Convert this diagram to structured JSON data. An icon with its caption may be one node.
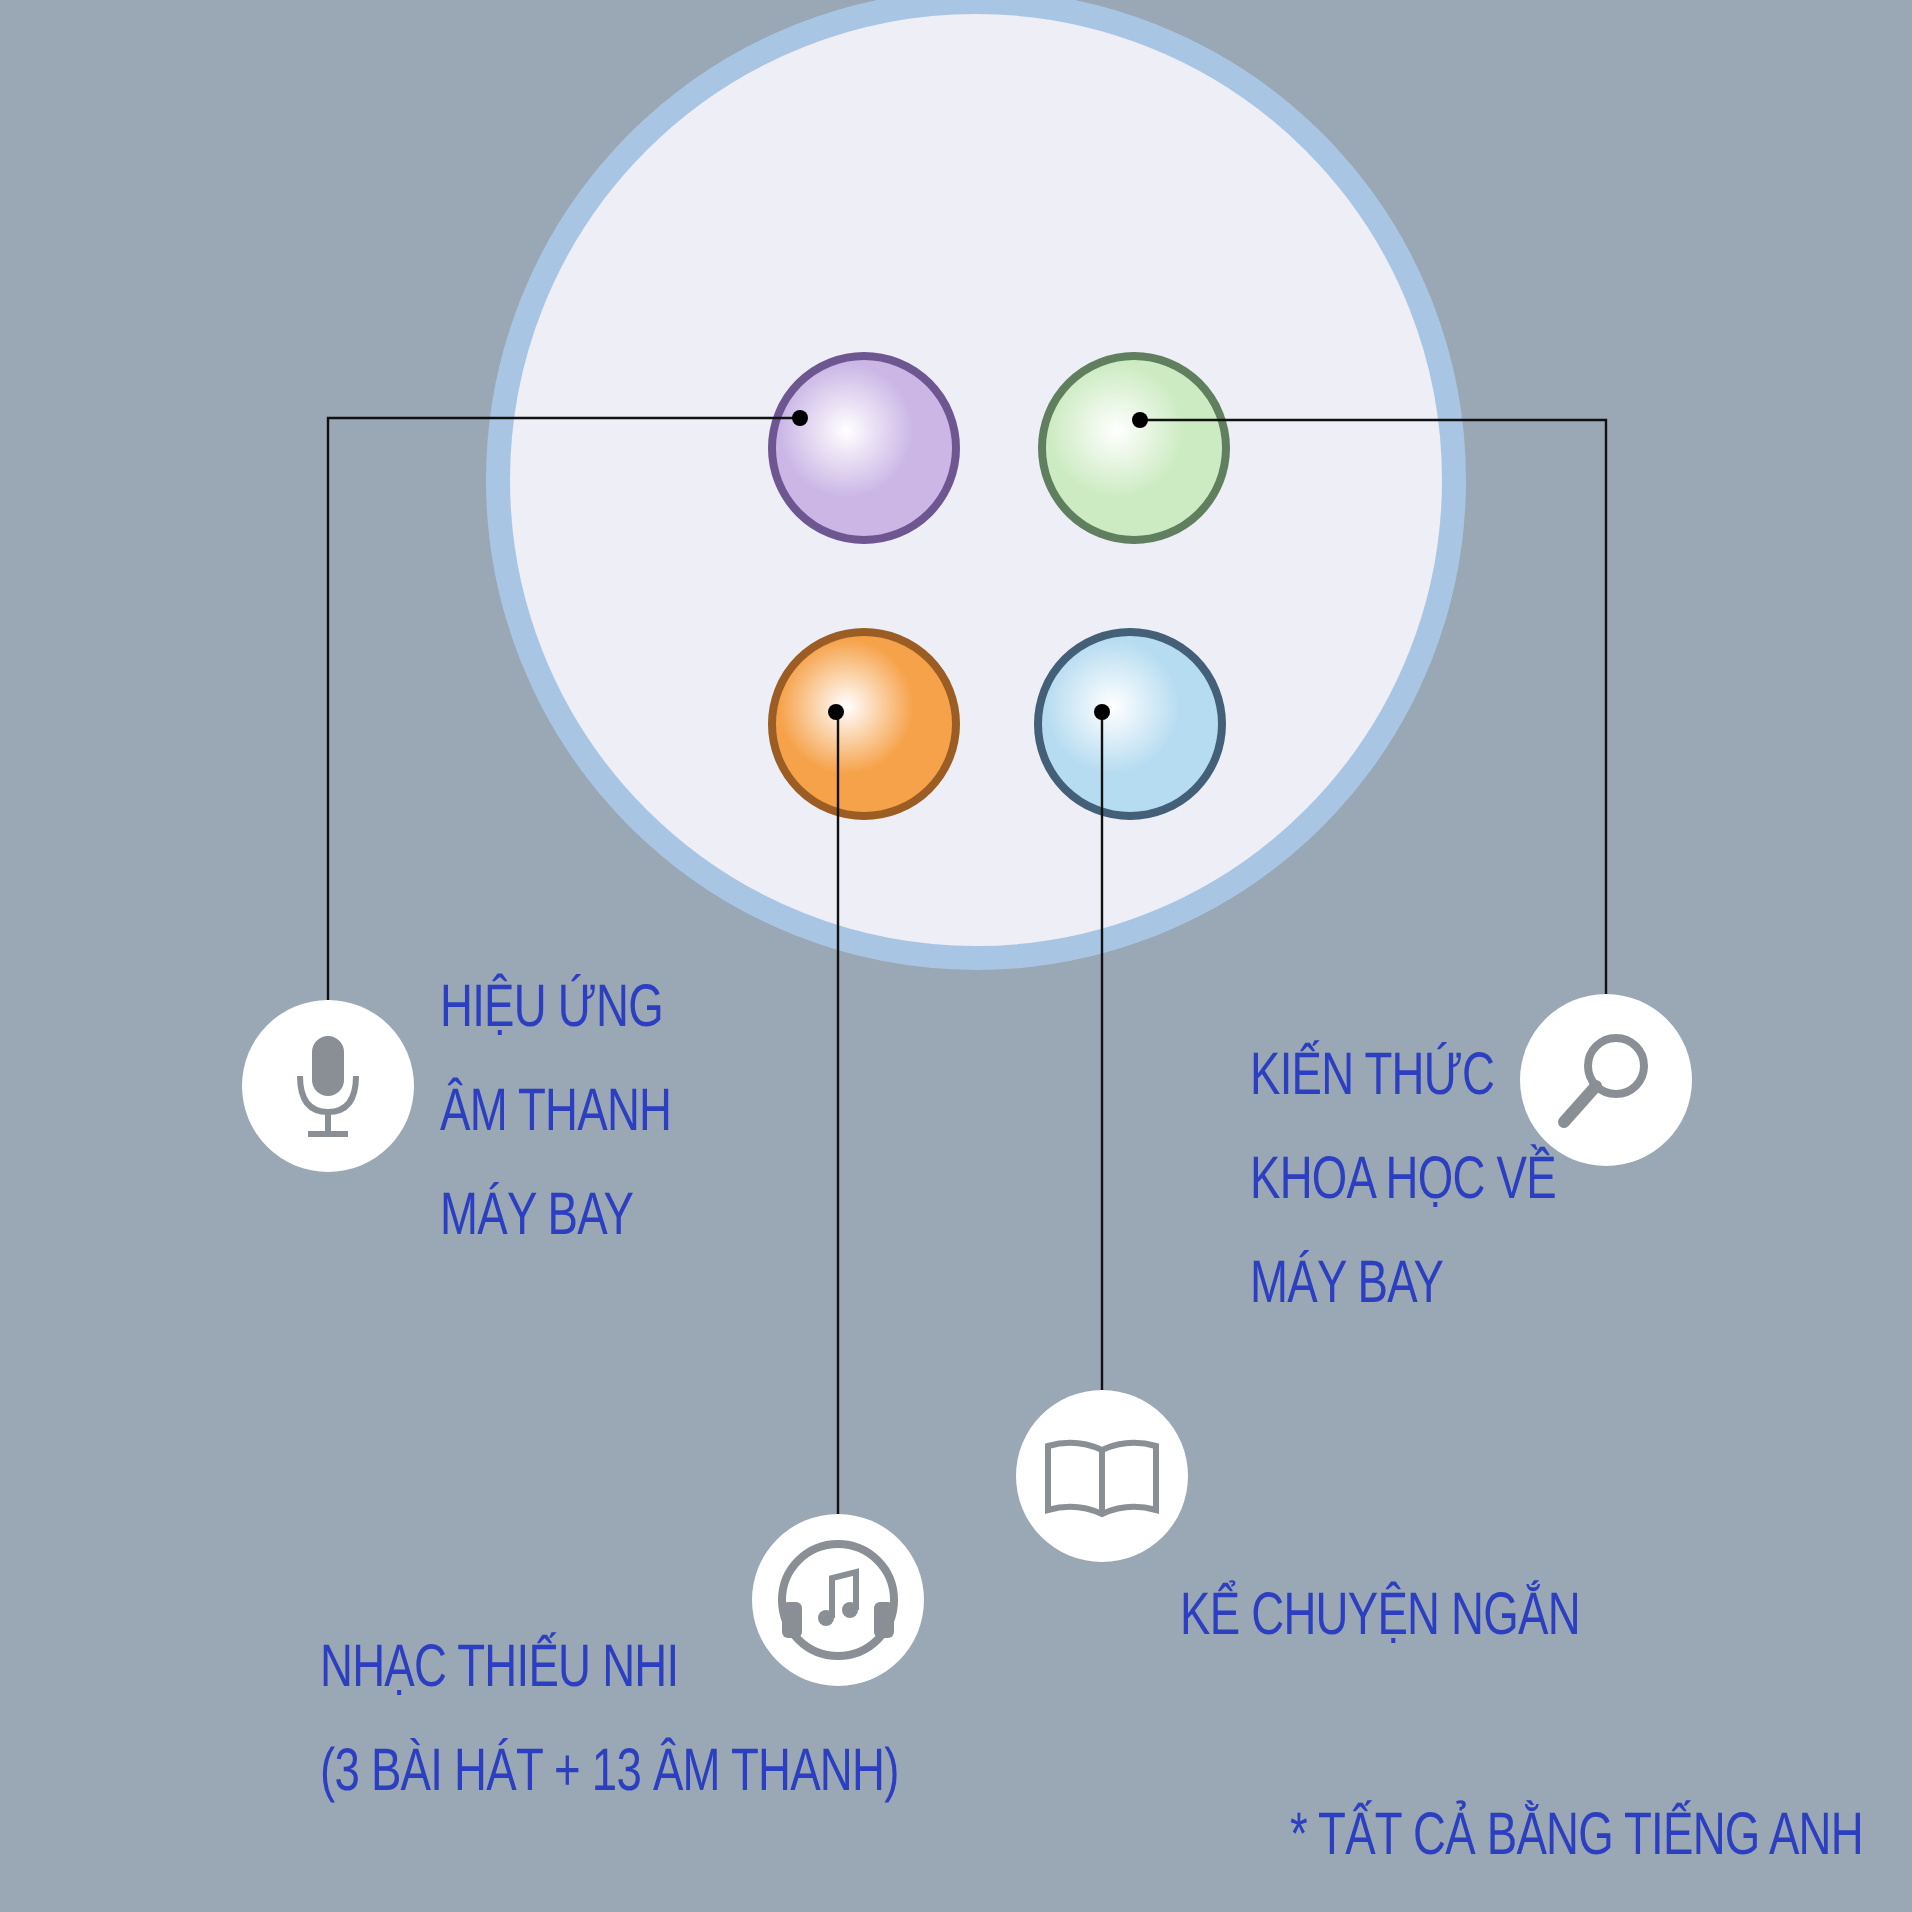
{
  "diagram": {
    "nodes": [
      {
        "text": [],
        "shape": "circle"
      },
      {
        "text": [],
        "shape": "circle",
        "in": 0
      },
      {
        "text": [],
        "shape": "circle",
        "in": 0
      },
      {
        "text": [],
        "shape": "circle",
        "in": 0
      },
      {
        "text": [],
        "shape": "circle",
        "in": 0
      },
      {
        "text": [],
        "shape": "picture",
        "beside": [
          "HIỆU ỨNG ÂM THANH MÁY BAY"
        ]
      },
      {
        "text": [],
        "shape": "picture",
        "beside": [
          "KIẾN THỨC KHOA HỌC VỀ MÁY BAY"
        ]
      },
      {
        "text": [],
        "shape": "picture",
        "beside": [
          "NHẠC THIẾU NHI",
          "(3 BÀI HÁT + 13 ÂM THANH)"
        ]
      },
      {
        "text": [],
        "shape": "picture",
        "beside": [
          "KỂ CHUYỆN NGẮN"
        ]
      }
    ],
    "edges": [
      {
        "from": 1,
        "to": 5,
        "arrow": "other"
      },
      {
        "from": 2,
        "to": 6,
        "arrow": "other"
      },
      {
        "from": 3,
        "to": 7,
        "arrow": "other"
      },
      {
        "from": 4,
        "to": 8,
        "arrow": "other"
      }
    ],
    "labels": [
      "* TẤT CẢ BẰNG TIẾNG ANH"
    ]
  }
}
